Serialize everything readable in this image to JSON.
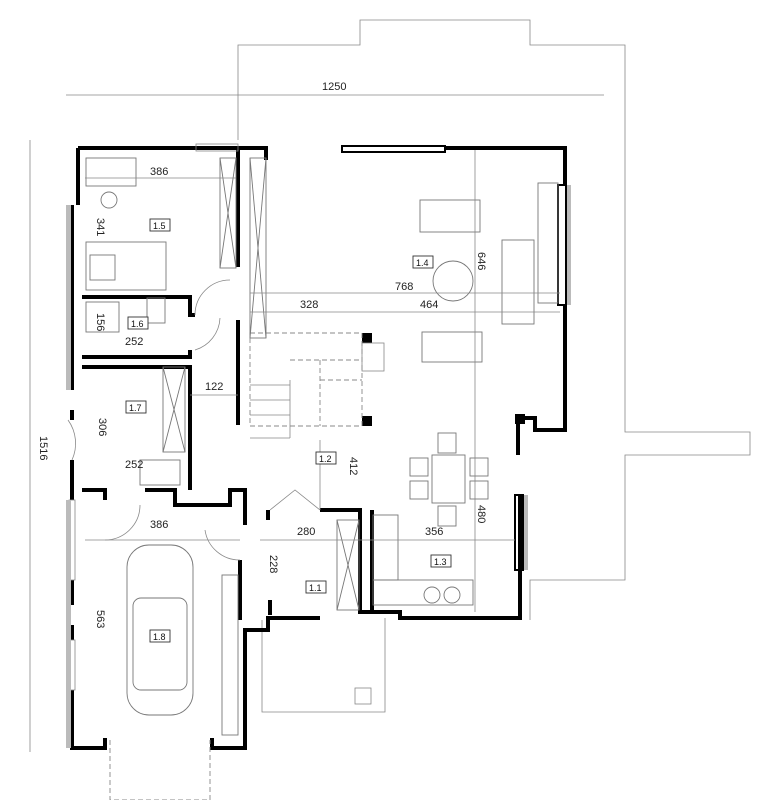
{
  "plan": {
    "overall_width": "1250",
    "overall_height": "1516",
    "rooms": [
      "1.1",
      "1.2",
      "1.3",
      "1.4",
      "1.5",
      "1.6",
      "1.7",
      "1.8"
    ],
    "dimensions": {
      "bed15_width": "386",
      "bed15_depth": "341",
      "bath_depth": "156",
      "bath_width": "252",
      "hall_width": "122",
      "bed17_depth": "306",
      "bed17_width": "252",
      "garage_width": "386",
      "garage_depth": "563",
      "stair_width": "328",
      "living_total": "768",
      "living_width": "464",
      "living_depth": "646",
      "hall_depth": "412",
      "entry_width": "280",
      "kitchen_width": "356",
      "dining_depth": "480",
      "entry_depth": "228"
    }
  }
}
